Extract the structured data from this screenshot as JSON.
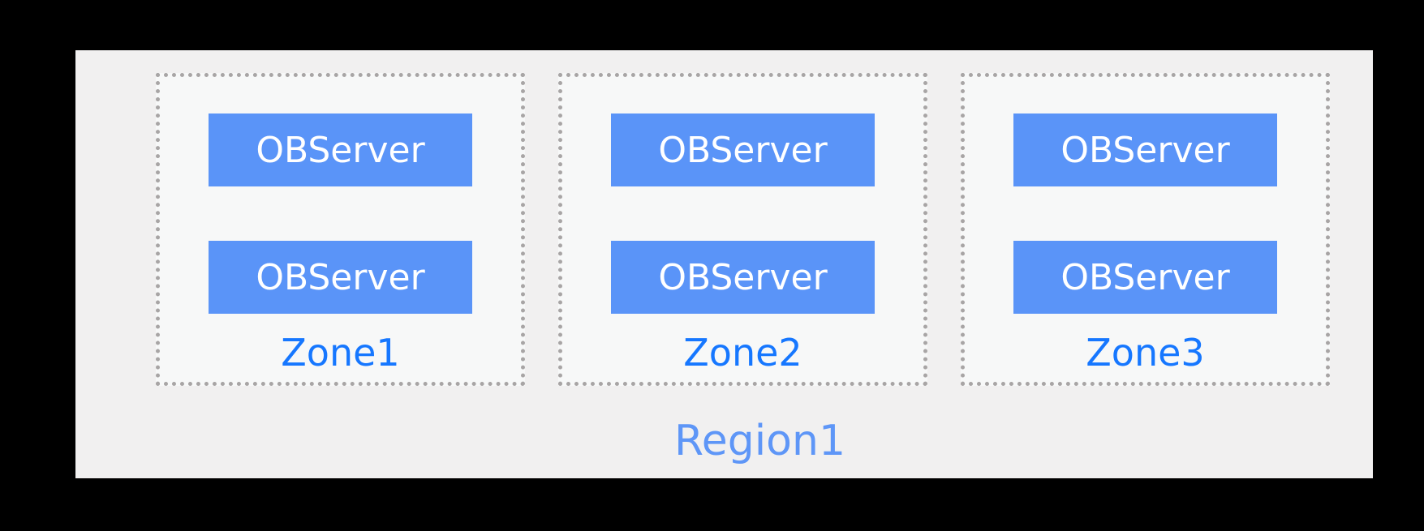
{
  "diagram": {
    "background_color": "#000000",
    "region": {
      "label": "Region1",
      "background": "#f1f0f0",
      "label_color": "#5e96f7",
      "zones": [
        {
          "label": "Zone1",
          "servers": [
            "OBServer",
            "OBServer"
          ]
        },
        {
          "label": "Zone2",
          "servers": [
            "OBServer",
            "OBServer"
          ]
        },
        {
          "label": "Zone3",
          "servers": [
            "OBServer",
            "OBServer"
          ]
        }
      ],
      "zone_style": {
        "background": "#f7f8f8",
        "border_style": "dotted",
        "border_color": "#a8a5a5",
        "label_color": "#1677ff"
      },
      "server_style": {
        "background": "#5a94f8",
        "text_color": "#ffffff"
      }
    }
  }
}
